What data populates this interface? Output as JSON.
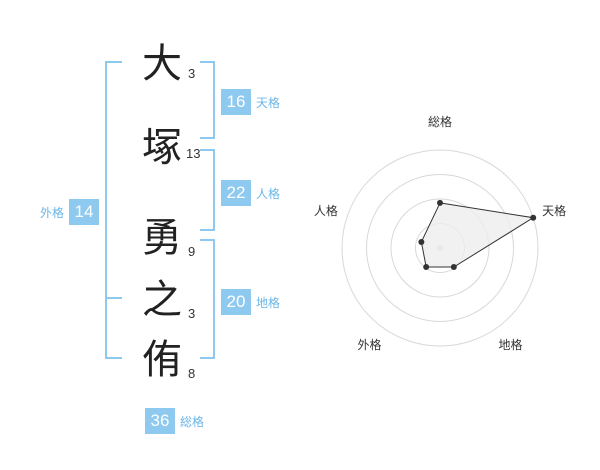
{
  "name_chars": [
    {
      "char": "大",
      "strokes": "3"
    },
    {
      "char": "塚",
      "strokes": "13"
    },
    {
      "char": "勇",
      "strokes": "9"
    },
    {
      "char": "之",
      "strokes": "3"
    },
    {
      "char": "侑",
      "strokes": "8"
    }
  ],
  "kaku": {
    "tenkaku": {
      "value": "16",
      "label": "天格"
    },
    "jinkaku": {
      "value": "22",
      "label": "人格"
    },
    "chikaku": {
      "value": "20",
      "label": "地格"
    },
    "gaikaku": {
      "value": "14",
      "label": "外格"
    },
    "soukaku": {
      "value": "36",
      "label": "総格"
    }
  },
  "colors": {
    "accent": "#8ec9f0",
    "bracket": "#8ec9f0",
    "label": "#6ab6e8"
  },
  "chart_data": {
    "type": "radar",
    "axes": [
      "総格",
      "天格",
      "地格",
      "外格",
      "人格"
    ],
    "values": [
      2.3,
      5.0,
      1.2,
      1.2,
      1.0
    ],
    "max": 5,
    "rings": 4
  }
}
